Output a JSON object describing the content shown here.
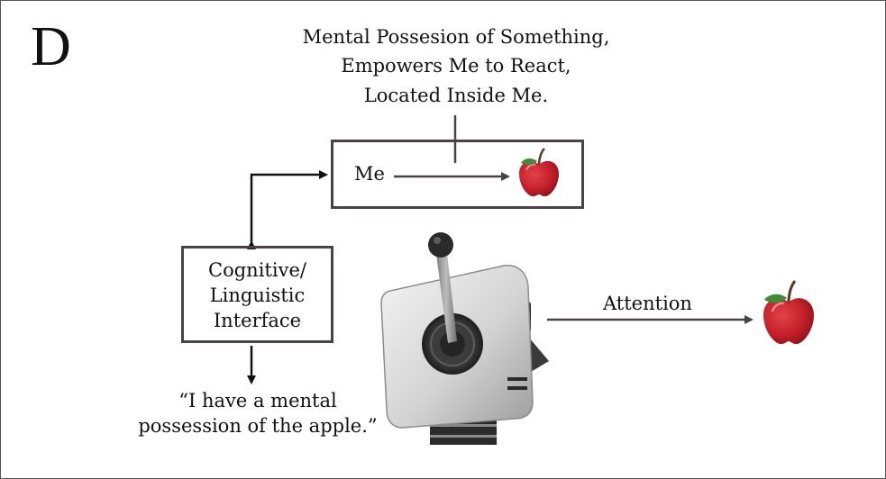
{
  "panel_letter": "D",
  "caption": {
    "line1": "Mental Possesion of Something,",
    "line2": "Empowers Me to React,",
    "line3": "Located Inside Me."
  },
  "self_model": {
    "label": "Me"
  },
  "interface": {
    "line1": "Cognitive/",
    "line2": "Linguistic",
    "line3": "Interface"
  },
  "quote": {
    "line1": "“I have a mental",
    "line2": "possession of the apple.”"
  },
  "attention": {
    "label": "Attention"
  },
  "colors": {
    "line": "#4a4243",
    "apple_red": "#c4202a",
    "leaf": "#3d8c3a",
    "robot_head": "#cfcfcf",
    "robot_dark": "#2a2a2a"
  },
  "icons": [
    "apple-icon",
    "robot-icon"
  ]
}
